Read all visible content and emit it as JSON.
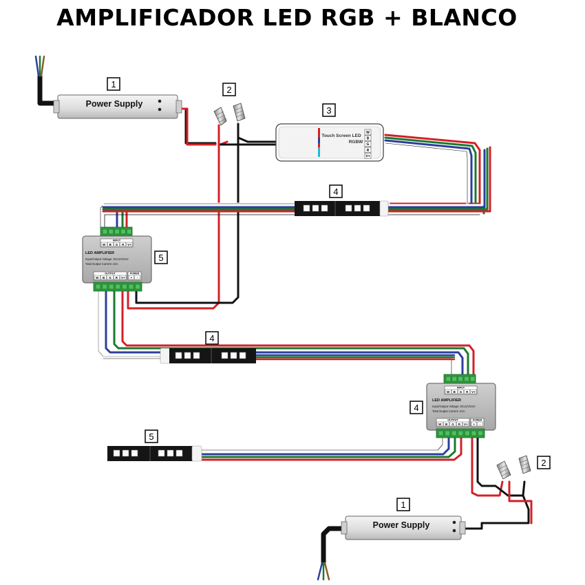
{
  "title": "AMPLIFICADOR LED RGB + BLANCO",
  "components": {
    "psu_top": {
      "number": "1",
      "label": "Power Supply"
    },
    "connectors_top": {
      "number": "2"
    },
    "controller": {
      "number": "3",
      "label_line1": "Touch Screen LED",
      "label_line2": "RGBW",
      "pins": [
        "W",
        "B",
        "G",
        "R",
        "V+"
      ]
    },
    "strip_top": {
      "number": "4"
    },
    "amp_left": {
      "number": "5",
      "input_title": "INPUT",
      "input_pins": [
        "W",
        "B",
        "G",
        "R",
        "V+"
      ],
      "name": "LED AMPLIFIER",
      "spec1": "Input/Output Voltage: DC12V/24V",
      "spec2": "Total Output Current: 24A",
      "output_title": "OUTPUT",
      "output_pins": [
        "W",
        "B",
        "G",
        "R",
        "V+"
      ],
      "power_title": "POWER",
      "power_pins": [
        "+",
        "-"
      ]
    },
    "strip_mid": {
      "number": "4"
    },
    "amp_right": {
      "number": "4",
      "input_title": "INPUT",
      "input_pins": [
        "W",
        "B",
        "G",
        "R",
        "V+"
      ],
      "name": "LED AMPLIFIER",
      "spec1": "Input/Output Voltage: DC12V/24V",
      "spec2": "Total Output Current: 24A",
      "output_title": "OUTPUT",
      "output_pins": [
        "W",
        "B",
        "G",
        "R",
        "V+"
      ],
      "power_title": "POWER",
      "power_pins": [
        "+",
        "-"
      ]
    },
    "strip_bottom": {
      "number": "5"
    },
    "connectors_bottom": {
      "number": "2"
    },
    "psu_bottom": {
      "number": "1",
      "label": "Power Supply"
    }
  },
  "colors": {
    "red": "#d32027",
    "green": "#1a7a2e",
    "blue": "#2b3f9a",
    "white": "#ffffff",
    "black": "#111111",
    "amp_body": "#bfbfbf",
    "terminal": "#2f9a3e"
  }
}
